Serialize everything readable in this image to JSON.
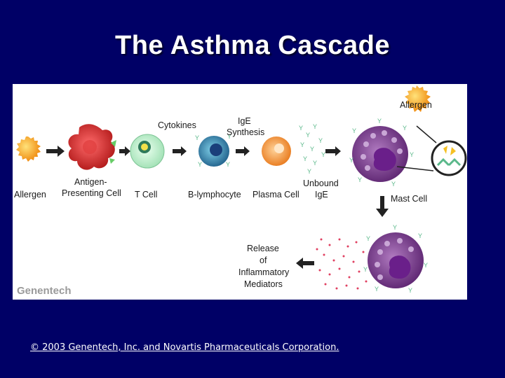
{
  "slide": {
    "title": "The Asthma Cascade",
    "copyright": "© 2003 Genentech, Inc. and Novartis Pharmaceuticals Corporation."
  },
  "figure": {
    "labels": {
      "allergen_left": "Allergen",
      "apc_line1": "Antigen-",
      "apc_line2": "Presenting Cell",
      "t_cell": "T Cell",
      "cytokines": "Cytokines",
      "b_lymphocyte": "B-lymphocyte",
      "ige_synth_line1": "IgE",
      "ige_synth_line2": "Synthesis",
      "plasma_cell": "Plasma Cell",
      "unbound_line1": "Unbound",
      "unbound_line2": "IgE",
      "mast_cell": "Mast Cell",
      "allergen_top": "Allergen",
      "release_line1": "Release",
      "release_line2": "of",
      "release_line3": "Inflammatory",
      "release_line4": "Mediators"
    },
    "watermark": "Genentech",
    "colors": {
      "allergen": "#f5a623",
      "apc": "#cc2222",
      "t_cell": "#b8f0c8",
      "b_cell": "#2a7fa8",
      "plasma": "#f08a2a",
      "mast": "#7a3a8a",
      "ige": "#5ab88a",
      "mediators": "#e04060"
    }
  }
}
